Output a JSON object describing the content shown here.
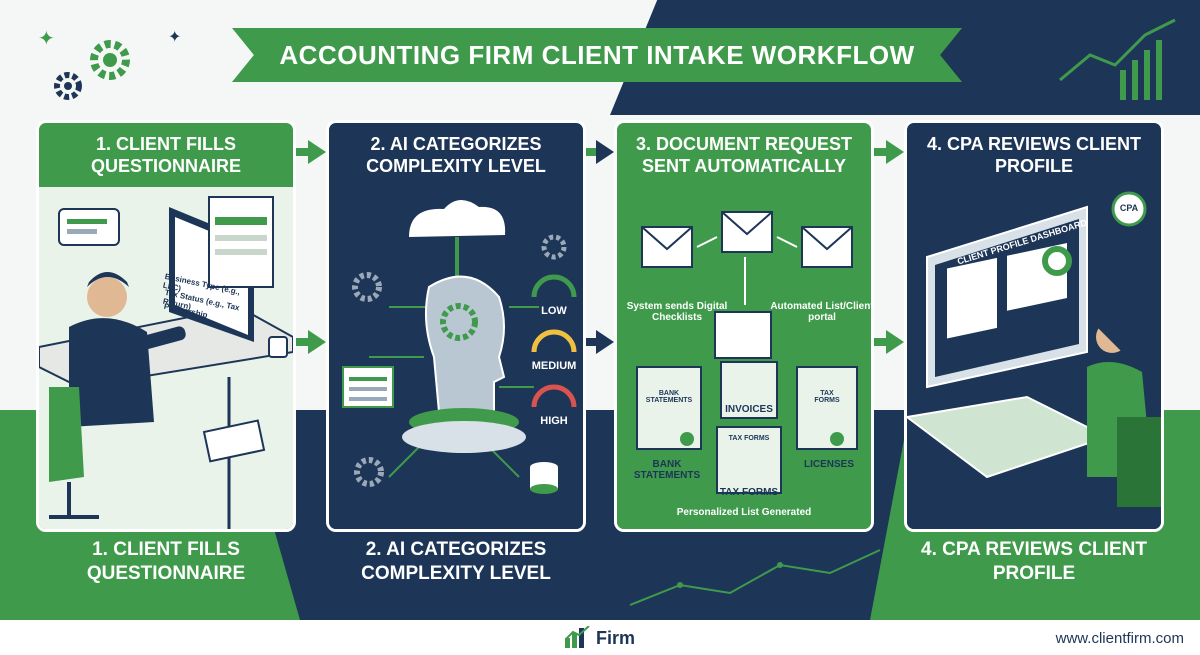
{
  "title": "ACCOUNTING FIRM CLIENT INTAKE WORKFLOW",
  "steps": [
    {
      "header": "1. CLIENT FILLS QUESTIONNAIRE",
      "caption": "1. CLIENT FILLS QUESTIONNAIRE",
      "form_fields": [
        "Business Type (e.g., LLC)",
        "Tax Status (e.g., Tax Return)",
        "Partnership"
      ]
    },
    {
      "header": "2. AI CATEGORIZES COMPLEXITY LEVEL",
      "caption": "2. AI CATEGORIZES COMPLEXITY LEVEL",
      "levels": [
        "LOW",
        "MEDIUM",
        "HIGH"
      ]
    },
    {
      "header": "3. DOCUMENT REQUEST SENT AUTOMATICALLY",
      "left_note": "System sends Digital Checklists",
      "right_note": "Automated List/Client portal",
      "documents": {
        "bank_icon": "BANK STATEMENTS",
        "bank": "BANK STATEMENTS",
        "invoices": "INVOICES",
        "tax_icon": "TAX FORMS",
        "tax_icon_right": "TAX FORMS",
        "tax": "TAX FORMS",
        "licenses": "LICENSES"
      },
      "footer_note": "Personalized List Generated"
    },
    {
      "header": "4. CPA REVIEWS CLIENT PROFILE",
      "caption": "4. CPA REVIEWS CLIENT PROFILE",
      "dashboard_title": "CLIENT PROFILE DASHBOARD",
      "badge": "CPA"
    }
  ],
  "footer": {
    "logo": "Firm",
    "url": "www.clientfirm.com"
  },
  "colors": {
    "navy": "#1d3557",
    "green": "#3f9b4b",
    "light_green": "#e9f3ea"
  }
}
